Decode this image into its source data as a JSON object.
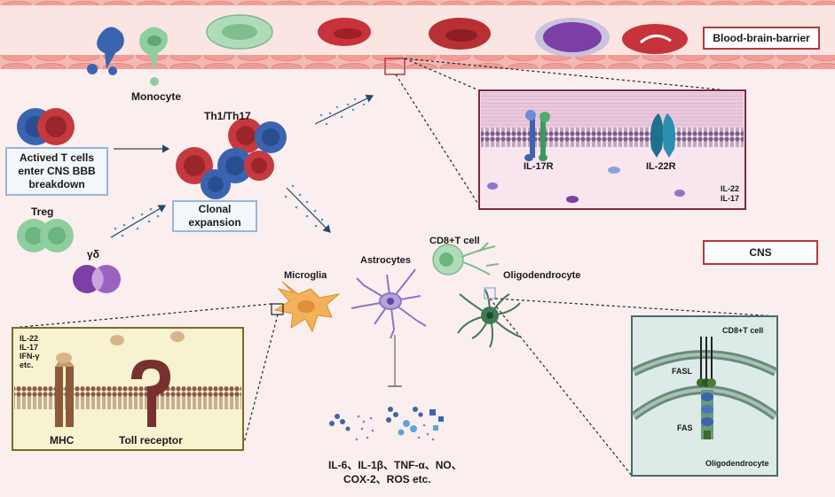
{
  "labels": {
    "blood_brain_barrier": "Blood-brain-barrier",
    "monocyte": "Monocyte",
    "th1_th17": "Th1/Th17",
    "activated_t_cells": "Actived T cells enter CNS BBB breakdown",
    "clonal_expansion": "Clonal expansion",
    "treg": "Treg",
    "gamma_delta": "γδ",
    "il17r": "IL-17R",
    "il22r": "IL-22R",
    "inset_cytokines": [
      "IL-22",
      "IL-17"
    ],
    "cns": "CNS",
    "cd8_t_cell": "CD8+T cell",
    "microglia": "Microglia",
    "astrocytes": "Astrocytes",
    "oligodendrocyte": "Oligodendrocyte",
    "left_cytokines": [
      "IL-22",
      "IL-17",
      "IFN-γ",
      "etc."
    ],
    "mhc": "MHC",
    "toll_receptor": "Toll receptor",
    "mediators_line1": "IL-6、IL-1β、TNF-α、NO、",
    "mediators_line2": "COX-2、ROS etc.",
    "right_cd8": "CD8+T cell",
    "fasl": "FASL",
    "fas": "FAS",
    "right_oligodendrocyte": "Oligodendrocyte"
  },
  "colors": {
    "background": "#fbeeee",
    "vessel": "#f6d3cf",
    "endothelium": "#f1a8a3",
    "red_border": "#b33a3a",
    "blue_border": "#9bb5d6",
    "t_cell_blue": "#3b64b0",
    "t_cell_red": "#c43a3f",
    "treg_green": "#8fcf9f",
    "gamma_delta_purple": "#7b3fa6",
    "microglia_orange": "#f3b25a",
    "astrocyte_purple": "#8a78c6",
    "oligodendrocyte_green": "#3e7a52",
    "inset_panel": "#f7f2cf",
    "membrane_purple": "#8f6f9a"
  }
}
